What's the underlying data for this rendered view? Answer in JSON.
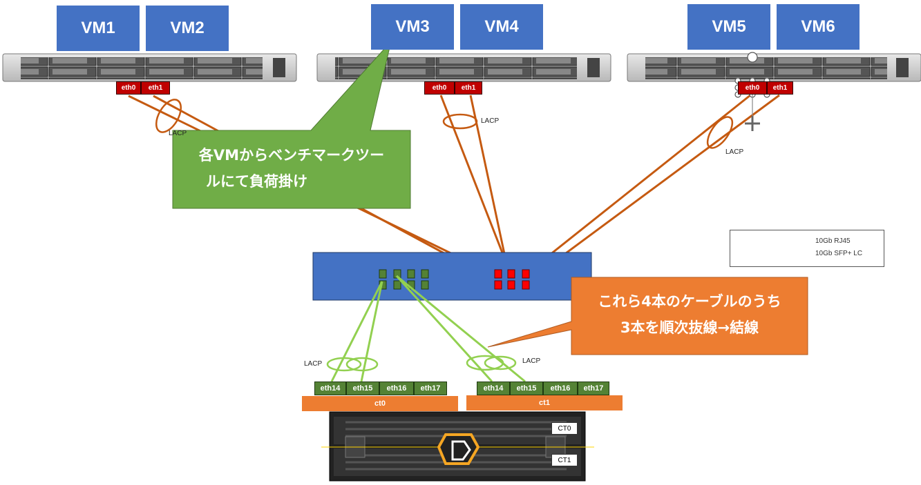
{
  "vms": [
    "VM1",
    "VM2",
    "VM3",
    "VM4",
    "VM5",
    "VM6"
  ],
  "servers": [
    {
      "nics": [
        "eth0",
        "eth1"
      ]
    },
    {
      "nics": [
        "eth0",
        "eth1"
      ]
    },
    {
      "nics": [
        "eth0",
        "eth1"
      ]
    }
  ],
  "lacp_label": "LACP",
  "callout_green": {
    "line1": "各VMからベンチマークツー",
    "line2": "ルにて負荷掛け"
  },
  "callout_orange": {
    "line1": "これら4本のケーブルのうち",
    "line2": "3本を順次抜線→結線"
  },
  "legend": [
    {
      "label": "10Gb RJ45",
      "color": "#c55a11"
    },
    {
      "label": "10Gb SFP+ LC",
      "color": "#92d050"
    }
  ],
  "storage": {
    "ct0_ports": [
      "eth14",
      "eth15",
      "eth16",
      "eth17"
    ],
    "ct1_ports": [
      "eth14",
      "eth15",
      "eth16",
      "eth17"
    ],
    "ct0_bar": "ct0",
    "ct1_bar": "ct1",
    "label_ct0": "CT0",
    "label_ct1": "CT1"
  },
  "colors": {
    "vm_blue": "#4472c4",
    "nic_red": "#c00000",
    "copper": "#c55a11",
    "fiber": "#92d050",
    "callout_green": "#70ad47",
    "callout_orange": "#ed7d31",
    "switch_blue": "#4472c4"
  }
}
